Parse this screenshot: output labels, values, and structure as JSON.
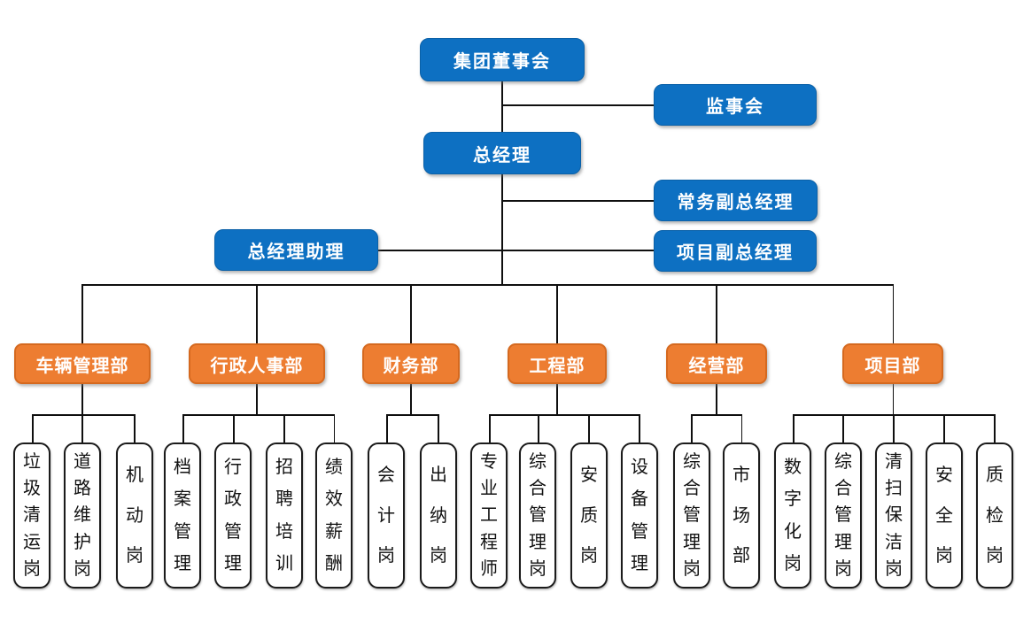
{
  "colors": {
    "executive_box": "#0d70c2",
    "department_box": "#ed7d31",
    "position_box_border": "#1b1b1b",
    "connector_line": "#0f0f0f",
    "executive_text": "#ffffff",
    "position_text": "#111111"
  },
  "executive": {
    "board": "集团董事会",
    "supervisory": "监事会",
    "general_manager": "总经理",
    "executive_deputy_gm": "常务副总经理",
    "gm_assistant": "总经理助理",
    "project_deputy_gm": "项目副总经理"
  },
  "departments": [
    {
      "label": "车辆管理部",
      "children": [
        "垃圾清运岗",
        "道路维护岗",
        "机动岗"
      ]
    },
    {
      "label": "行政人事部",
      "children": [
        "档案管理",
        "行政管理",
        "招聘培训",
        "绩效薪酬"
      ]
    },
    {
      "label": "财务部",
      "children": [
        "会计岗",
        "出纳岗"
      ]
    },
    {
      "label": "工程部",
      "children": [
        "专业工程师",
        "综合管理岗",
        "安质岗",
        "设备管理"
      ]
    },
    {
      "label": "经营部",
      "children": [
        "综合管理岗",
        "市场部"
      ]
    },
    {
      "label": "项目部",
      "children": [
        "数字化岗",
        "综合管理岗",
        "清扫保洁岗",
        "安全岗",
        "质检岗"
      ]
    }
  ]
}
